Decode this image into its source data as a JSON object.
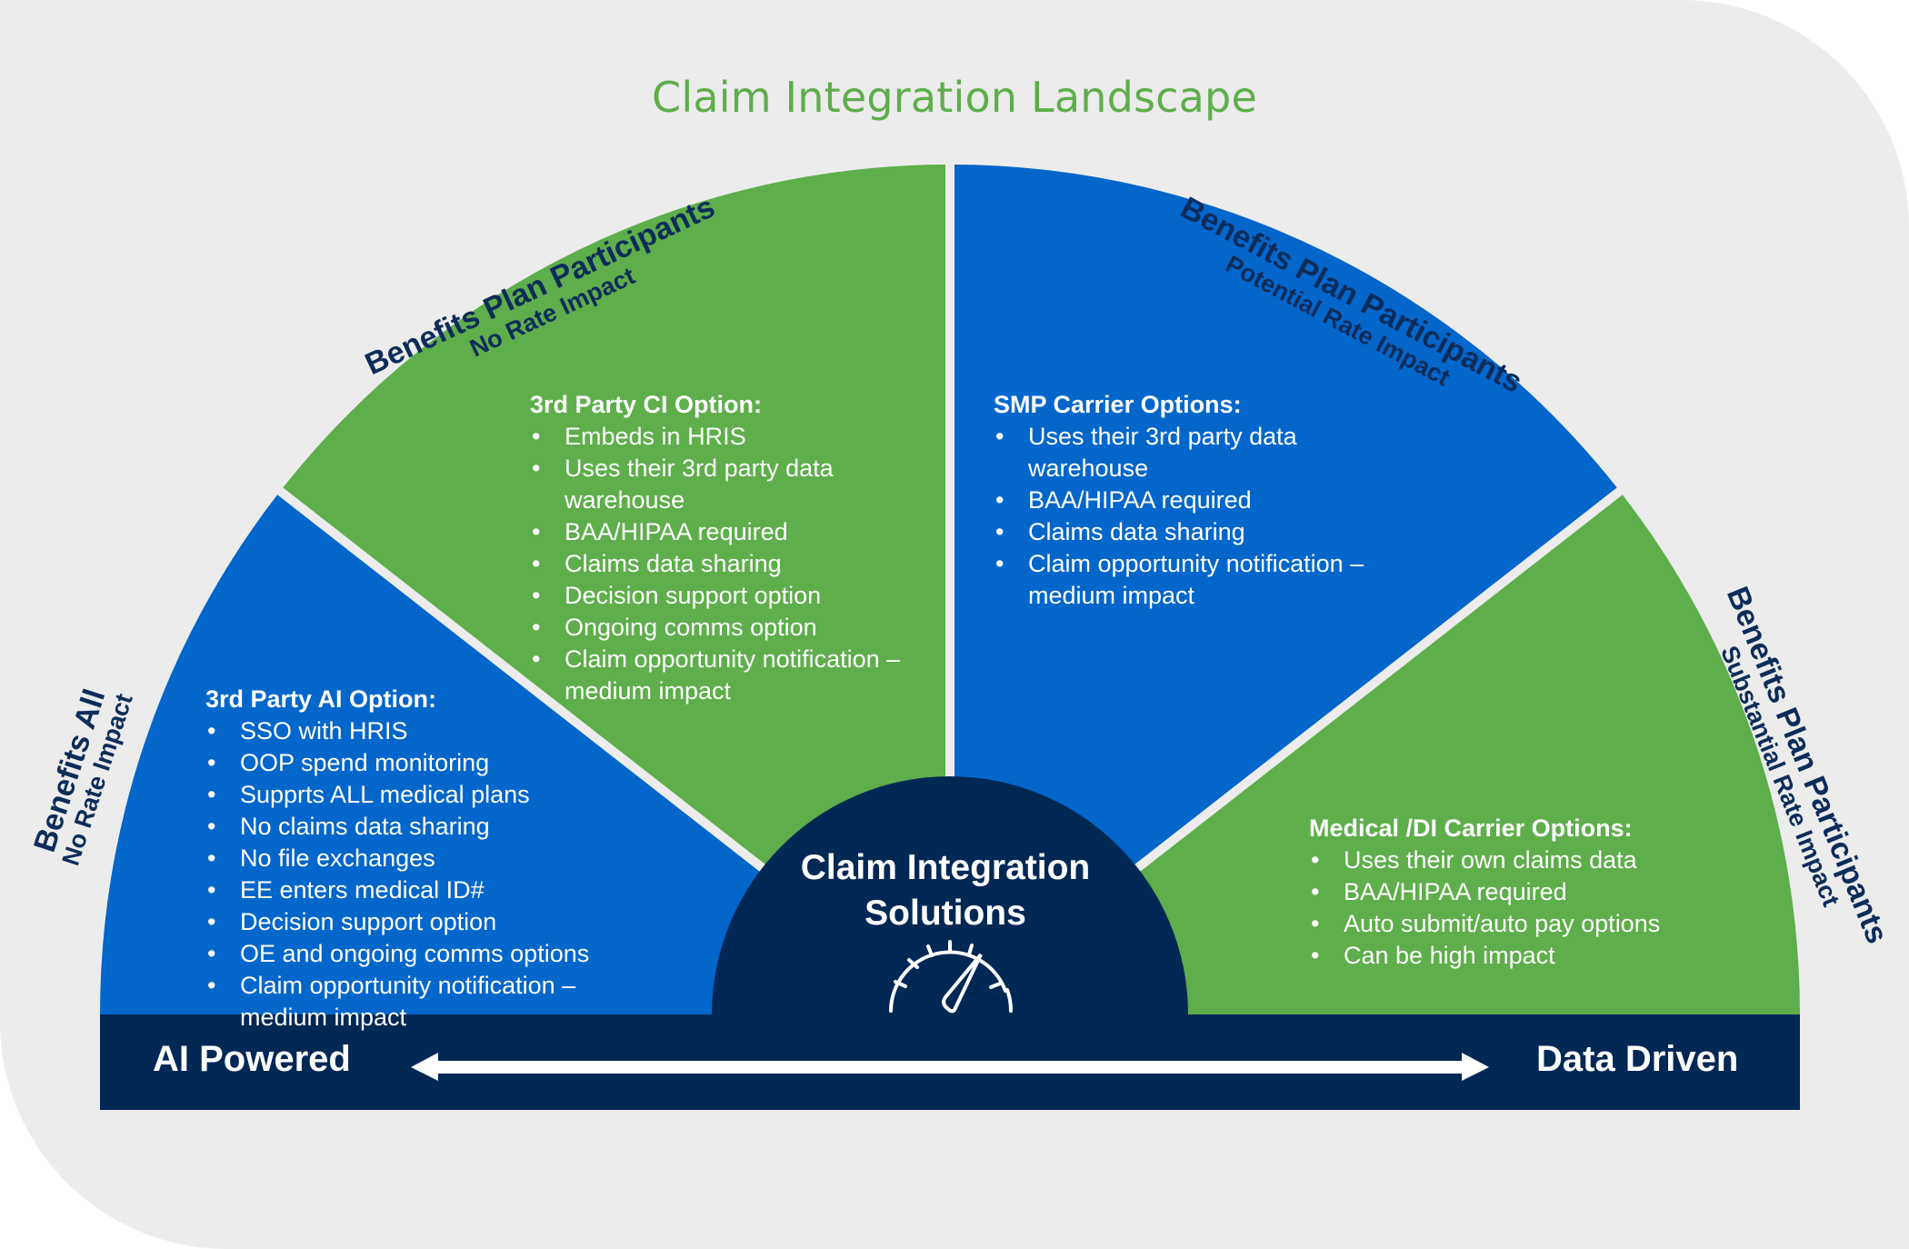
{
  "title": "Claim Integration Landscape",
  "colors": {
    "background": "#ececec",
    "title_green": "#5eae4b",
    "segment_blue": "#0366cb",
    "segment_green": "#5eae4b",
    "navy": "#002855",
    "label_navy": "#0d2c5a",
    "white": "#ffffff"
  },
  "arc_labels": [
    {
      "main": "Benefits All",
      "sub": "No Rate Impact"
    },
    {
      "main": "Benefits Plan Participants",
      "sub": "No Rate Impact"
    },
    {
      "main": "Benefits Plan Participants",
      "sub": "Potential Rate Impact"
    },
    {
      "main": "Benefits Plan Participants",
      "sub": "Substantial Rate Impact"
    }
  ],
  "segments": [
    {
      "heading": "3rd Party AI Option:",
      "color": "blue",
      "items": [
        "SSO with HRIS",
        "OOP spend monitoring",
        "Supprts ALL medical plans",
        "No claims data sharing",
        "No file exchanges",
        "EE enters medical ID#",
        "Decision support option",
        "OE and ongoing comms options",
        "Claim opportunity notification – medium impact"
      ]
    },
    {
      "heading": "3rd Party CI Option:",
      "color": "green",
      "items": [
        "Embeds in HRIS",
        "Uses their 3rd party data warehouse",
        "BAA/HIPAA required",
        "Claims data sharing",
        "Decision support option",
        "Ongoing comms option",
        "Claim opportunity notification – medium impact"
      ]
    },
    {
      "heading": "SMP Carrier Options:",
      "color": "blue",
      "items": [
        "Uses their 3rd party data warehouse",
        "BAA/HIPAA required",
        "Claims data sharing",
        "Claim opportunity notification – medium impact"
      ]
    },
    {
      "heading": "Medical /DI Carrier Options:",
      "color": "green",
      "items": [
        "Uses their own claims data",
        "BAA/HIPAA required",
        "Auto submit/auto pay options",
        "Can be high impact"
      ]
    }
  ],
  "hub": {
    "title_line1": "Claim Integration",
    "title_line2": "Solutions",
    "icon": "speedometer-icon"
  },
  "bottom_bar": {
    "left_label": "AI Powered",
    "right_label": "Data Driven",
    "arrow": "double-headed-arrow"
  }
}
